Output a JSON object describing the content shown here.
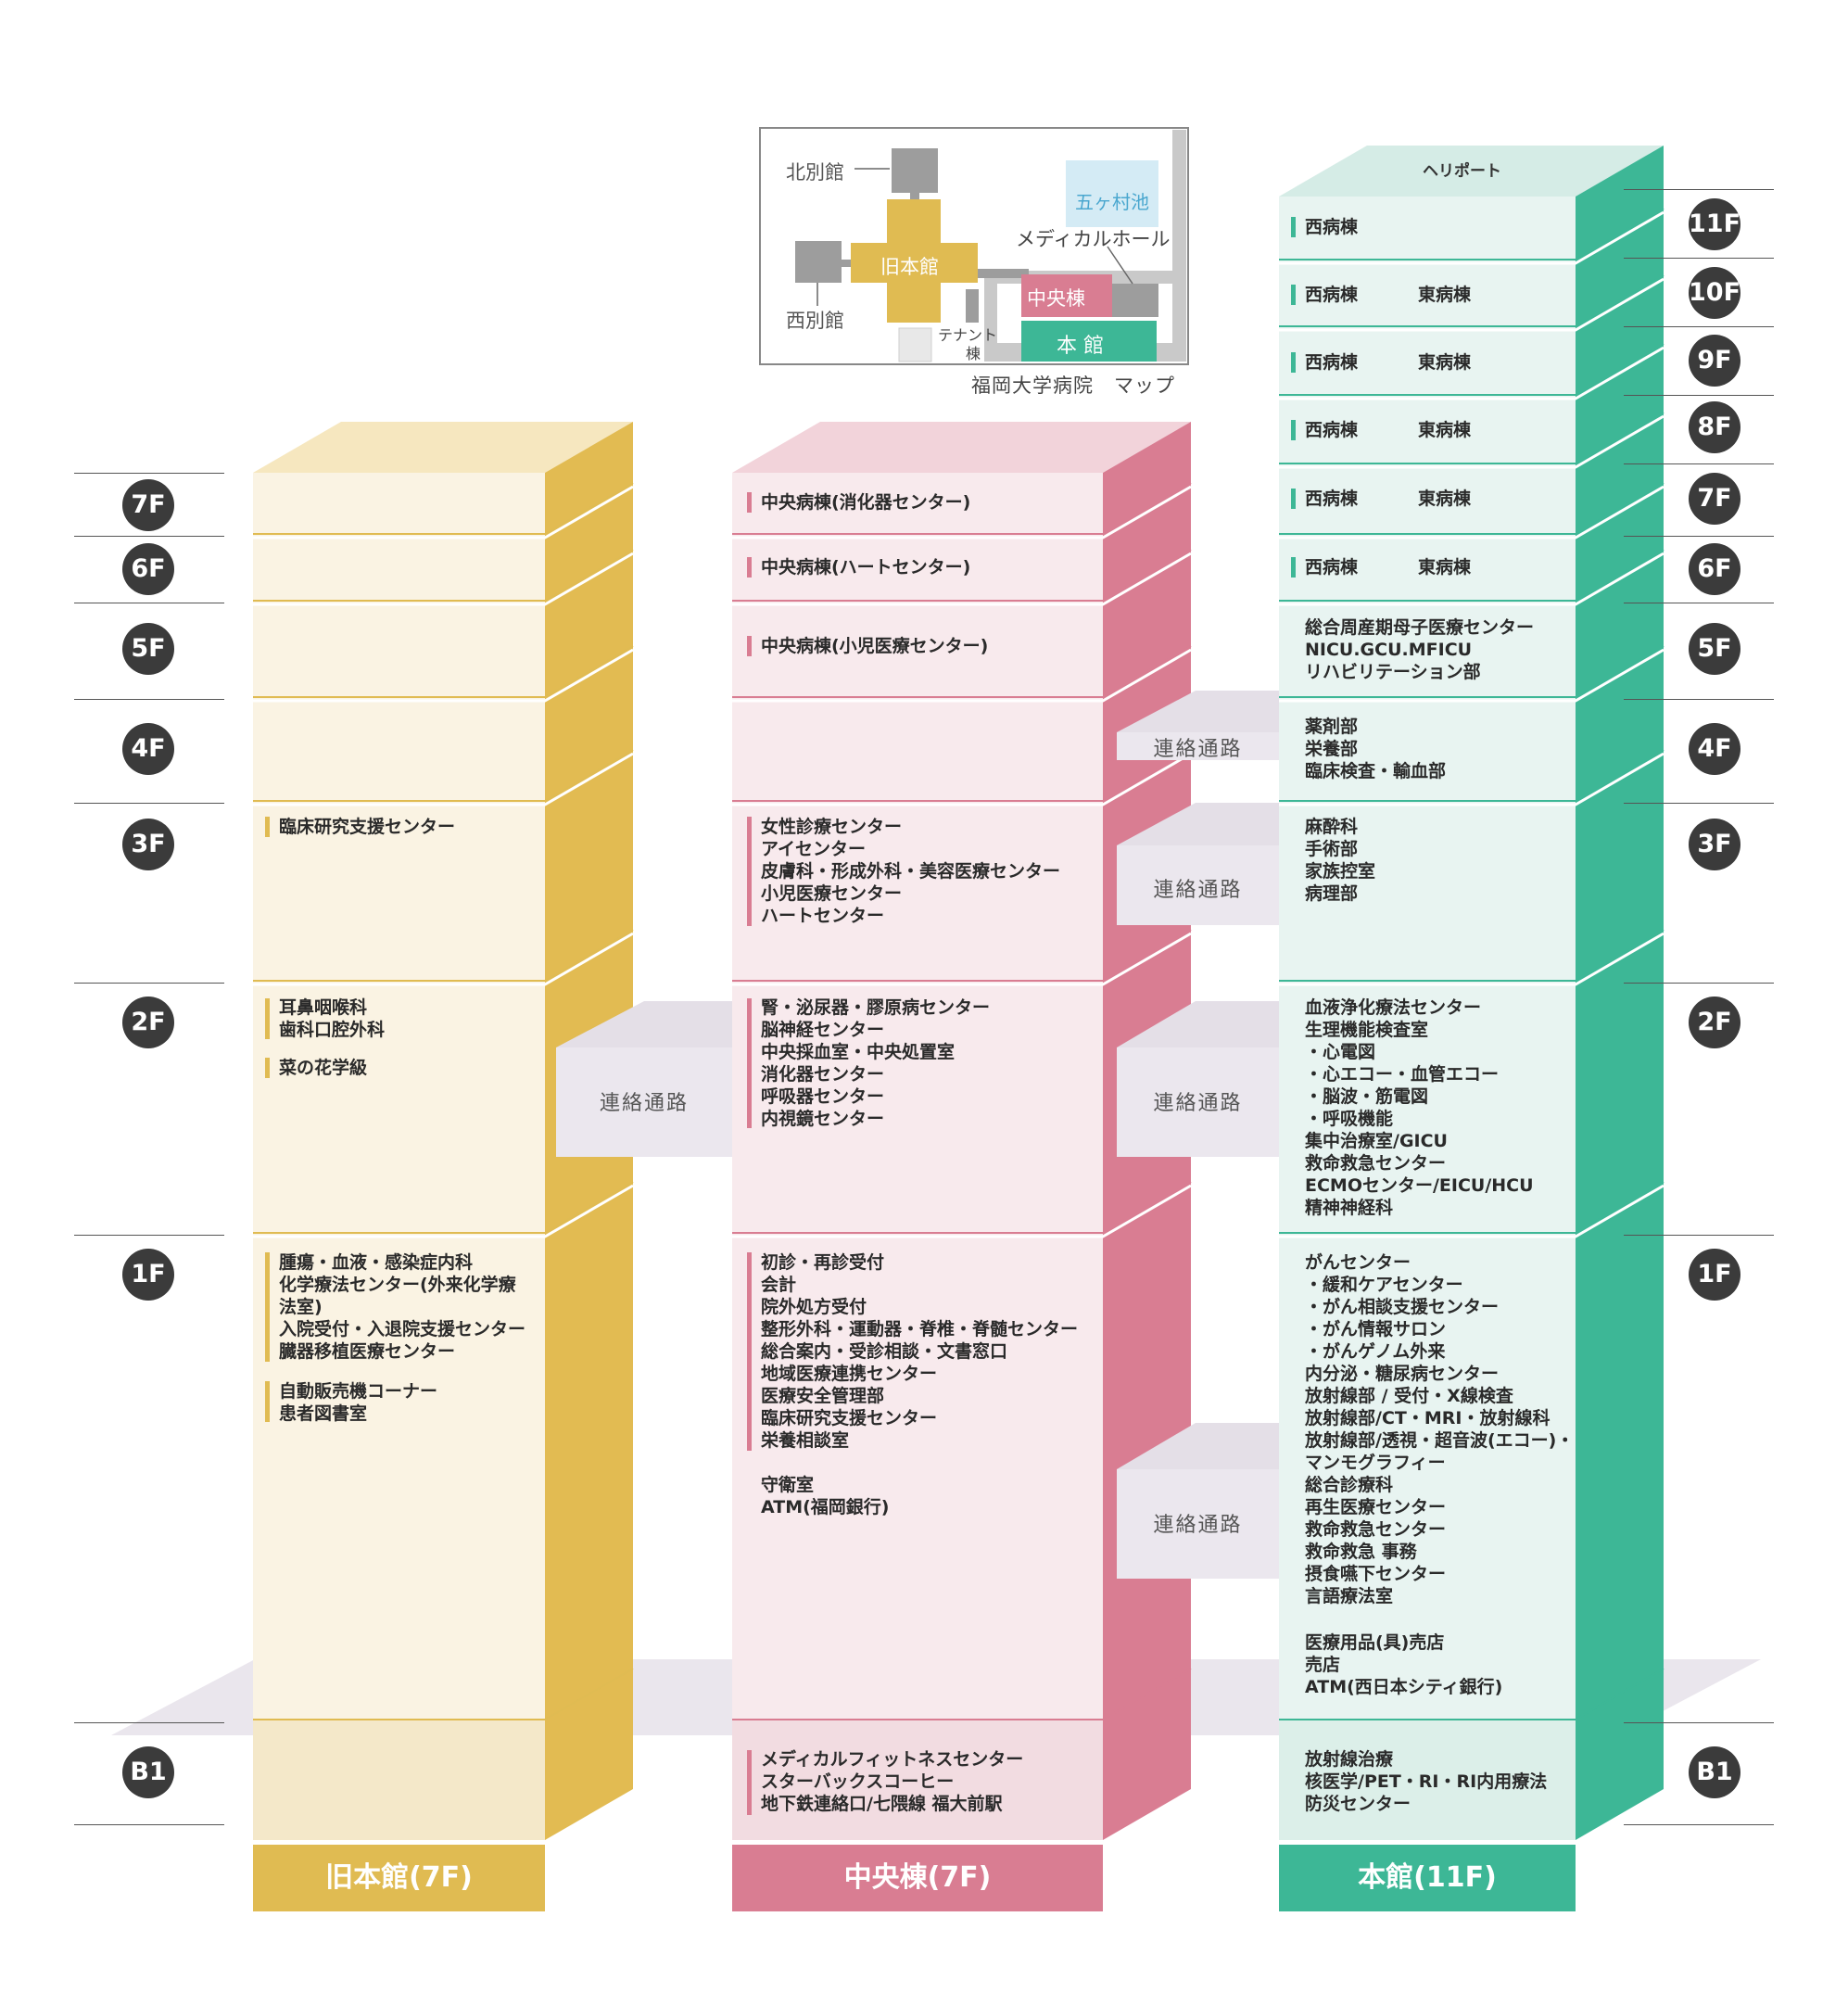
{
  "map": {
    "kita_bekkan": "北別館",
    "nishi_bekkan": "西別館",
    "kyu_honkan": "旧本館",
    "gokamura_ike": "五ヶ村池",
    "medical_hall": "メディカルホール",
    "chuo_to": "中央棟",
    "honkan": "本 館",
    "tenant": "テナント",
    "tenant_sub": "棟",
    "caption": "福岡大学病院　マップ"
  },
  "heliport": "ヘリポート",
  "bridge_label": "連絡通路",
  "left_ruler": [
    "7F",
    "6F",
    "5F",
    "4F",
    "3F",
    "2F",
    "1F",
    "B1"
  ],
  "right_ruler": [
    "11F",
    "10F",
    "9F",
    "8F",
    "7F",
    "6F",
    "5F",
    "4F",
    "3F",
    "2F",
    "1F",
    "B1"
  ],
  "kyu": {
    "footer": "旧本館(7F)",
    "f3": "臨床研究支援センター",
    "f2a": "耳鼻咽喉科\n歯科口腔外科",
    "f2b": "菜の花学級",
    "f1a": "腫瘍・血液・感染症内科\n化学療法センター(外来化学療\n法室)\n入院受付・入退院支援センター\n臓器移植医療センター",
    "f1b": "自動販売機コーナー\n患者図書室"
  },
  "chuo": {
    "footer": "中央棟(7F)",
    "f7": "中央病棟(消化器センター)",
    "f6": "中央病棟(ハートセンター)",
    "f5": "中央病棟(小児医療センター)",
    "f3": "女性診療センター\nアイセンター\n皮膚科・形成外科・美容医療センター\n小児医療センター\nハートセンター",
    "f2": "腎・泌尿器・膠原病センター\n脳神経センター\n中央採血室・中央処置室\n消化器センター\n呼吸器センター\n内視鏡センター",
    "f1a": "初診・再診受付\n会計\n院外処方受付\n整形外科・運動器・脊椎・脊髄センター\n総合案内・受診相談・文書窓口\n地域医療連携センター\n医療安全管理部\n臨床研究支援センター\n栄養相談室",
    "f1b": "守衛室\nATM(福岡銀行)",
    "b1": "メディカルフィットネスセンター\nスターバックスコーヒー\n地下鉄連絡口/七隈線 福大前駅"
  },
  "hon": {
    "footer": "本館(11F)",
    "west": "西病棟",
    "east": "東病棟",
    "f5": "総合周産期母子医療センター\nNICU.GCU.MFICU\nリハビリテーション部",
    "f4": "薬剤部\n栄養部\n臨床検査・輸血部",
    "f3": "麻酔科\n手術部\n家族控室\n病理部",
    "f2": "血液浄化療法センター\n生理機能検査室\n・心電図\n・心エコー・血管エコー\n・脳波・筋電図\n・呼吸機能\n集中治療室/GICU\n救命救急センター\nECMOセンター/EICU/HCU\n精神神経科",
    "f1a": "がんセンター\n・緩和ケアセンター\n・がん相談支援センター\n・がん情報サロン\n・がんゲノム外来\n内分泌・糖尿病センター\n放射線部 / 受付・X線検査\n放射線部/CT・MRI・放射線科\n放射線部/透視・超音波(エコー)・\nマンモグラフィー\n総合診療科\n再生医療センター\n救命救急センター\n救命救急 事務\n摂食嚥下センター\n言語療法室",
    "f1b": "医療用品(具)売店\n売店\nATM(西日本シティ銀行)",
    "b1": "放射線治療\n核医学/PET・RI・RI内用療法\n防災センター"
  },
  "colors": {
    "kyu_dark": "#e0bb52",
    "kyu_light": "#faf3e3",
    "chuo_dark": "#d97d92",
    "chuo_light": "#f8eaed",
    "hon_dark": "#3db796",
    "hon_light": "#e8f4f1",
    "bridge": "#ebe7ee"
  }
}
